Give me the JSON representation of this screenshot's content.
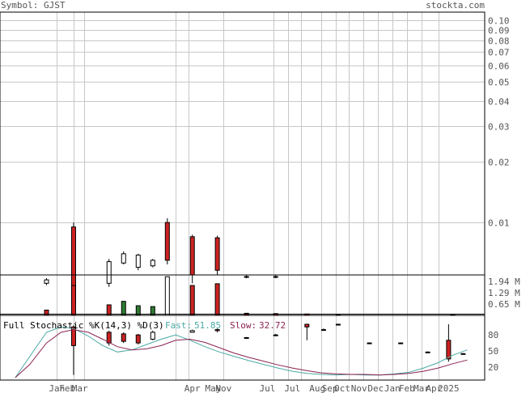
{
  "header": {
    "symbol": "Symbol: GJST",
    "site": "stockta.com"
  },
  "colors": {
    "up": "#2e7d32",
    "down": "#cc2222",
    "fast": "#4aa9a4",
    "slow": "#8b2252",
    "grid": "#c8c8c8",
    "text": "#555555"
  },
  "chart_data": [
    {
      "type": "candlestick",
      "panel": "price",
      "scale": "log",
      "yticks": [
        "0.10",
        "0.09",
        "0.08",
        "0.07",
        "0.06",
        "0.05",
        "0.04",
        "0.03",
        "0.02",
        "0.01"
      ],
      "ytick_values": [
        0.1,
        0.09,
        0.08,
        0.07,
        0.06,
        0.05,
        0.04,
        0.03,
        0.02,
        0.01
      ],
      "ylim": [
        0.0055,
        0.11
      ],
      "candles": [
        {
          "x": 0.0,
          "open": 0.005,
          "close": 0.0052,
          "high": 0.0053,
          "low": 0.0049
        },
        {
          "x": 1.3,
          "open": 0.0095,
          "close": 0.004,
          "high": 0.01,
          "low": 0.0035
        },
        {
          "x": 3.0,
          "open": 0.005,
          "close": 0.0064,
          "high": 0.0066,
          "low": 0.0048
        },
        {
          "x": 3.7,
          "open": 0.0063,
          "close": 0.007,
          "high": 0.0072,
          "low": 0.0062
        },
        {
          "x": 4.4,
          "open": 0.006,
          "close": 0.0069,
          "high": 0.007,
          "low": 0.0058
        },
        {
          "x": 5.1,
          "open": 0.0061,
          "close": 0.0065,
          "high": 0.0066,
          "low": 0.006
        },
        {
          "x": 5.8,
          "open": 0.01,
          "close": 0.0065,
          "high": 0.0105,
          "low": 0.0062
        },
        {
          "x": 7.0,
          "open": 0.0085,
          "close": 0.0055,
          "high": 0.0087,
          "low": 0.005
        },
        {
          "x": 8.2,
          "open": 0.0084,
          "close": 0.0058,
          "high": 0.0086,
          "low": 0.0055
        },
        {
          "x": 9.6,
          "open": 0.0054,
          "close": 0.0054,
          "high": 0.0055,
          "low": 0.0053
        },
        {
          "x": 11.0,
          "open": 0.0054,
          "close": 0.0054,
          "high": 0.0055,
          "low": 0.0053
        }
      ]
    },
    {
      "type": "bar",
      "panel": "volume",
      "yticks": [
        "1.94 M",
        "1.29 M",
        "0.65 M"
      ],
      "ytick_values": [
        1.94,
        1.29,
        0.65
      ],
      "ylim": [
        0,
        2.3
      ],
      "bars": [
        {
          "x": 0.0,
          "value": 0.3,
          "dir": "down"
        },
        {
          "x": 1.3,
          "value": 1.7,
          "dir": "down"
        },
        {
          "x": 3.0,
          "value": 0.6,
          "dir": "down"
        },
        {
          "x": 3.7,
          "value": 0.8,
          "dir": "up"
        },
        {
          "x": 4.4,
          "value": 0.55,
          "dir": "up"
        },
        {
          "x": 5.1,
          "value": 0.5,
          "dir": "up"
        },
        {
          "x": 5.8,
          "value": 2.2,
          "dir": "hollow"
        },
        {
          "x": 7.0,
          "value": 1.7,
          "dir": "down"
        },
        {
          "x": 8.2,
          "value": 1.8,
          "dir": "down"
        },
        {
          "x": 9.6,
          "value": 0.12,
          "dir": "down"
        },
        {
          "x": 11.0,
          "value": 0.1,
          "dir": "down"
        },
        {
          "x": 12.5,
          "value": 0.08,
          "dir": "down"
        },
        {
          "x": 14.0,
          "value": 0.05,
          "dir": "down"
        },
        {
          "x": 19.5,
          "value": 0.05,
          "dir": "down"
        }
      ]
    },
    {
      "type": "line",
      "panel": "stochastic",
      "title": "Full Stochastic %K(14,3) %D(3)",
      "fast_label": "Fast:",
      "fast_value": "51.85",
      "slow_label": "Slow:",
      "slow_value": "32.72",
      "yticks": [
        "80",
        "50",
        "20"
      ],
      "ytick_values": [
        80,
        50,
        20
      ],
      "ylim": [
        0,
        100
      ],
      "x": [
        -1.5,
        -0.8,
        0.0,
        0.7,
        1.3,
        2.0,
        2.7,
        3.4,
        4.1,
        4.8,
        5.5,
        6.2,
        6.9,
        7.6,
        8.3,
        9.0,
        9.7,
        10.4,
        11.1,
        11.8,
        12.5,
        13.2,
        13.9,
        14.6,
        15.3,
        16.0,
        16.7,
        17.4,
        18.1,
        18.8,
        19.5,
        20.2
      ],
      "series": [
        {
          "key": "fast",
          "values": [
            0,
            40,
            85,
            95,
            92,
            78,
            60,
            48,
            52,
            62,
            72,
            80,
            70,
            58,
            48,
            40,
            32,
            25,
            18,
            12,
            8,
            6,
            5,
            6,
            5,
            5,
            7,
            10,
            18,
            28,
            42,
            52
          ]
        },
        {
          "key": "slow",
          "values": [
            0,
            25,
            65,
            85,
            90,
            85,
            72,
            58,
            52,
            54,
            60,
            70,
            72,
            66,
            56,
            46,
            38,
            31,
            24,
            18,
            13,
            9,
            7,
            6,
            6,
            5,
            6,
            8,
            12,
            18,
            26,
            33
          ]
        }
      ],
      "candles": [
        {
          "x": 1.3,
          "open": 95,
          "close": 60,
          "high": 98,
          "low": 5
        },
        {
          "x": 3.0,
          "open": 85,
          "close": 65,
          "high": 88,
          "low": 60
        },
        {
          "x": 3.7,
          "open": 82,
          "close": 68,
          "high": 85,
          "low": 65
        },
        {
          "x": 4.4,
          "open": 80,
          "close": 65,
          "high": 82,
          "low": 62
        },
        {
          "x": 5.1,
          "open": 72,
          "close": 85,
          "high": 88,
          "low": 70
        },
        {
          "x": 7.0,
          "open": 85,
          "close": 88,
          "high": 90,
          "low": 84
        },
        {
          "x": 8.2,
          "open": 90,
          "close": 88,
          "high": 92,
          "low": 85
        },
        {
          "x": 9.6,
          "open": 75,
          "close": 75,
          "high": 76,
          "low": 74
        },
        {
          "x": 11.0,
          "open": 80,
          "close": 80,
          "high": 82,
          "low": 78
        },
        {
          "x": 12.5,
          "open": 100,
          "close": 95,
          "high": 101,
          "low": 70
        },
        {
          "x": 13.3,
          "open": 90,
          "close": 90,
          "high": 92,
          "low": 88
        },
        {
          "x": 14.0,
          "open": 100,
          "close": 100,
          "high": 101,
          "low": 99
        },
        {
          "x": 15.5,
          "open": 65,
          "close": 65,
          "high": 66,
          "low": 64
        },
        {
          "x": 17.0,
          "open": 65,
          "close": 65,
          "high": 66,
          "low": 64
        },
        {
          "x": 18.3,
          "open": 48,
          "close": 48,
          "high": 49,
          "low": 47
        },
        {
          "x": 19.3,
          "open": 70,
          "close": 35,
          "high": 100,
          "low": 30
        },
        {
          "x": 20.0,
          "open": 45,
          "close": 45,
          "high": 46,
          "low": 44
        }
      ]
    }
  ],
  "x_axis": {
    "xlim": [
      -2.0,
      20.8
    ],
    "labels": [
      {
        "text": "Jan",
        "x": 0.5
      },
      {
        "text": "Feb",
        "x": 1.0
      },
      {
        "text": "Mar",
        "x": 1.6
      },
      {
        "text": "Apr",
        "x": 7.0
      },
      {
        "text": "May",
        "x": 8.0
      },
      {
        "text": "Nov",
        "x": 8.5
      },
      {
        "text": "Jul",
        "x": 10.6
      },
      {
        "text": "Jul",
        "x": 11.8
      },
      {
        "text": "Aug",
        "x": 13.0
      },
      {
        "text": "Sep",
        "x": 13.6
      },
      {
        "text": "Oct",
        "x": 14.2
      },
      {
        "text": "Nov",
        "x": 15.0
      },
      {
        "text": "Dec",
        "x": 15.8
      },
      {
        "text": "Jan",
        "x": 16.6
      },
      {
        "text": "Feb",
        "x": 17.3
      },
      {
        "text": "Mar",
        "x": 18.0
      },
      {
        "text": "Apr",
        "x": 18.6
      },
      {
        "text": "2025",
        "x": 19.3
      }
    ],
    "gridlines": [
      0.5,
      1.3,
      1.8,
      6.2,
      6.8,
      8.5,
      10.9,
      11.6,
      12.2,
      13.2,
      13.9,
      14.5,
      15.2,
      15.9,
      16.6,
      17.3,
      18.0,
      18.8
    ]
  }
}
